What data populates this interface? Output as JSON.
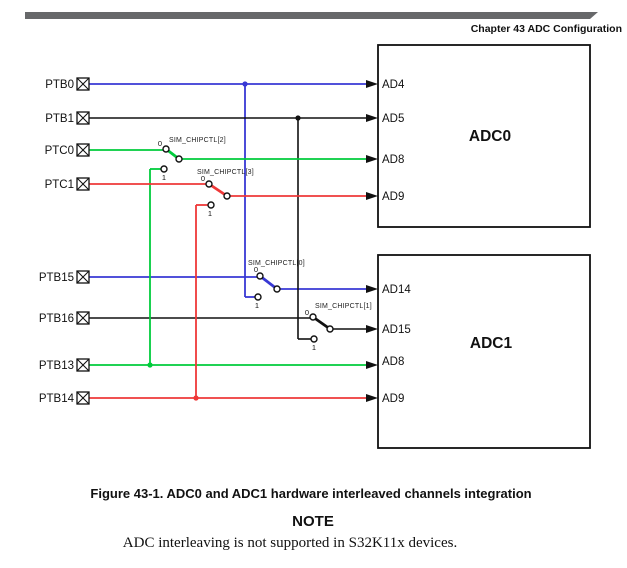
{
  "page": {
    "header": "Chapter 43 ADC Configuration",
    "caption": "Figure 43-1. ADC0 and ADC1 hardware interleaved channels integration",
    "note_title": "NOTE",
    "note_text": "ADC interleaving is not supported in S32K11x devices."
  },
  "colors": {
    "blue": "#3838d4",
    "green": "#00cc3c",
    "red": "#ee3838",
    "wire_black": "#111111",
    "bar_gray": "#67686a"
  },
  "pins": [
    {
      "label": "PTB0"
    },
    {
      "label": "PTB1"
    },
    {
      "label": "PTC0"
    },
    {
      "label": "PTC1"
    },
    {
      "label": "PTB15"
    },
    {
      "label": "PTB16"
    },
    {
      "label": "PTB13"
    },
    {
      "label": "PTB14"
    }
  ],
  "switches": [
    {
      "label": "SIM_CHIPCTL[2]",
      "pos0": "0",
      "pos1": "1"
    },
    {
      "label": "SIM_CHIPCTL[3]",
      "pos0": "0",
      "pos1": "1"
    },
    {
      "label": "SIM_CHIPCTL[0]",
      "pos0": "0",
      "pos1": "1"
    },
    {
      "label": "SIM_CHIPCTL[1]",
      "pos0": "0",
      "pos1": "1"
    }
  ],
  "adc0": {
    "title": "ADC0",
    "channels": [
      "AD4",
      "AD5",
      "AD8",
      "AD9"
    ]
  },
  "adc1": {
    "title": "ADC1",
    "channels": [
      "AD14",
      "AD15",
      "AD8",
      "AD9"
    ]
  }
}
